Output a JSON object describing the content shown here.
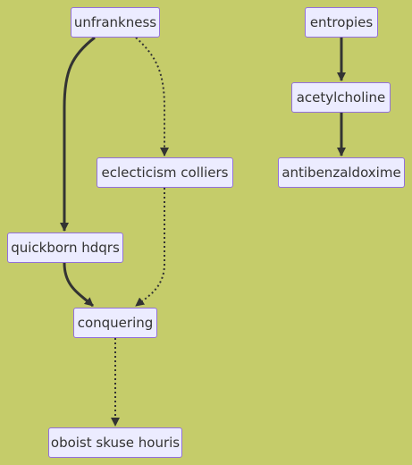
{
  "diagram": {
    "type": "flowchart",
    "nodes": [
      {
        "id": "unfrankness",
        "label": "unfrankness"
      },
      {
        "id": "entropies",
        "label": "entropies"
      },
      {
        "id": "acetylcholine",
        "label": "acetylcholine"
      },
      {
        "id": "eclecticism",
        "label": "eclecticism colliers"
      },
      {
        "id": "antibenzaldoxime",
        "label": "antibenzaldoxime"
      },
      {
        "id": "quickborn",
        "label": "quickborn hdqrs"
      },
      {
        "id": "conquering",
        "label": "conquering"
      },
      {
        "id": "oboist",
        "label": "oboist skuse houris"
      }
    ],
    "edges": [
      {
        "from": "unfrankness",
        "to": "quickborn",
        "style": "thick"
      },
      {
        "from": "unfrankness",
        "to": "eclecticism",
        "style": "dotted"
      },
      {
        "from": "eclecticism",
        "to": "conquering",
        "style": "dotted"
      },
      {
        "from": "quickborn",
        "to": "conquering",
        "style": "thick"
      },
      {
        "from": "conquering",
        "to": "oboist",
        "style": "dotted"
      },
      {
        "from": "entropies",
        "to": "acetylcholine",
        "style": "thick"
      },
      {
        "from": "acetylcholine",
        "to": "antibenzaldoxime",
        "style": "thick"
      }
    ]
  },
  "colors": {
    "background": "#c5cc6a",
    "node_fill": "#ececff",
    "node_border": "#9370db",
    "edge": "#333333",
    "text": "#333333"
  }
}
